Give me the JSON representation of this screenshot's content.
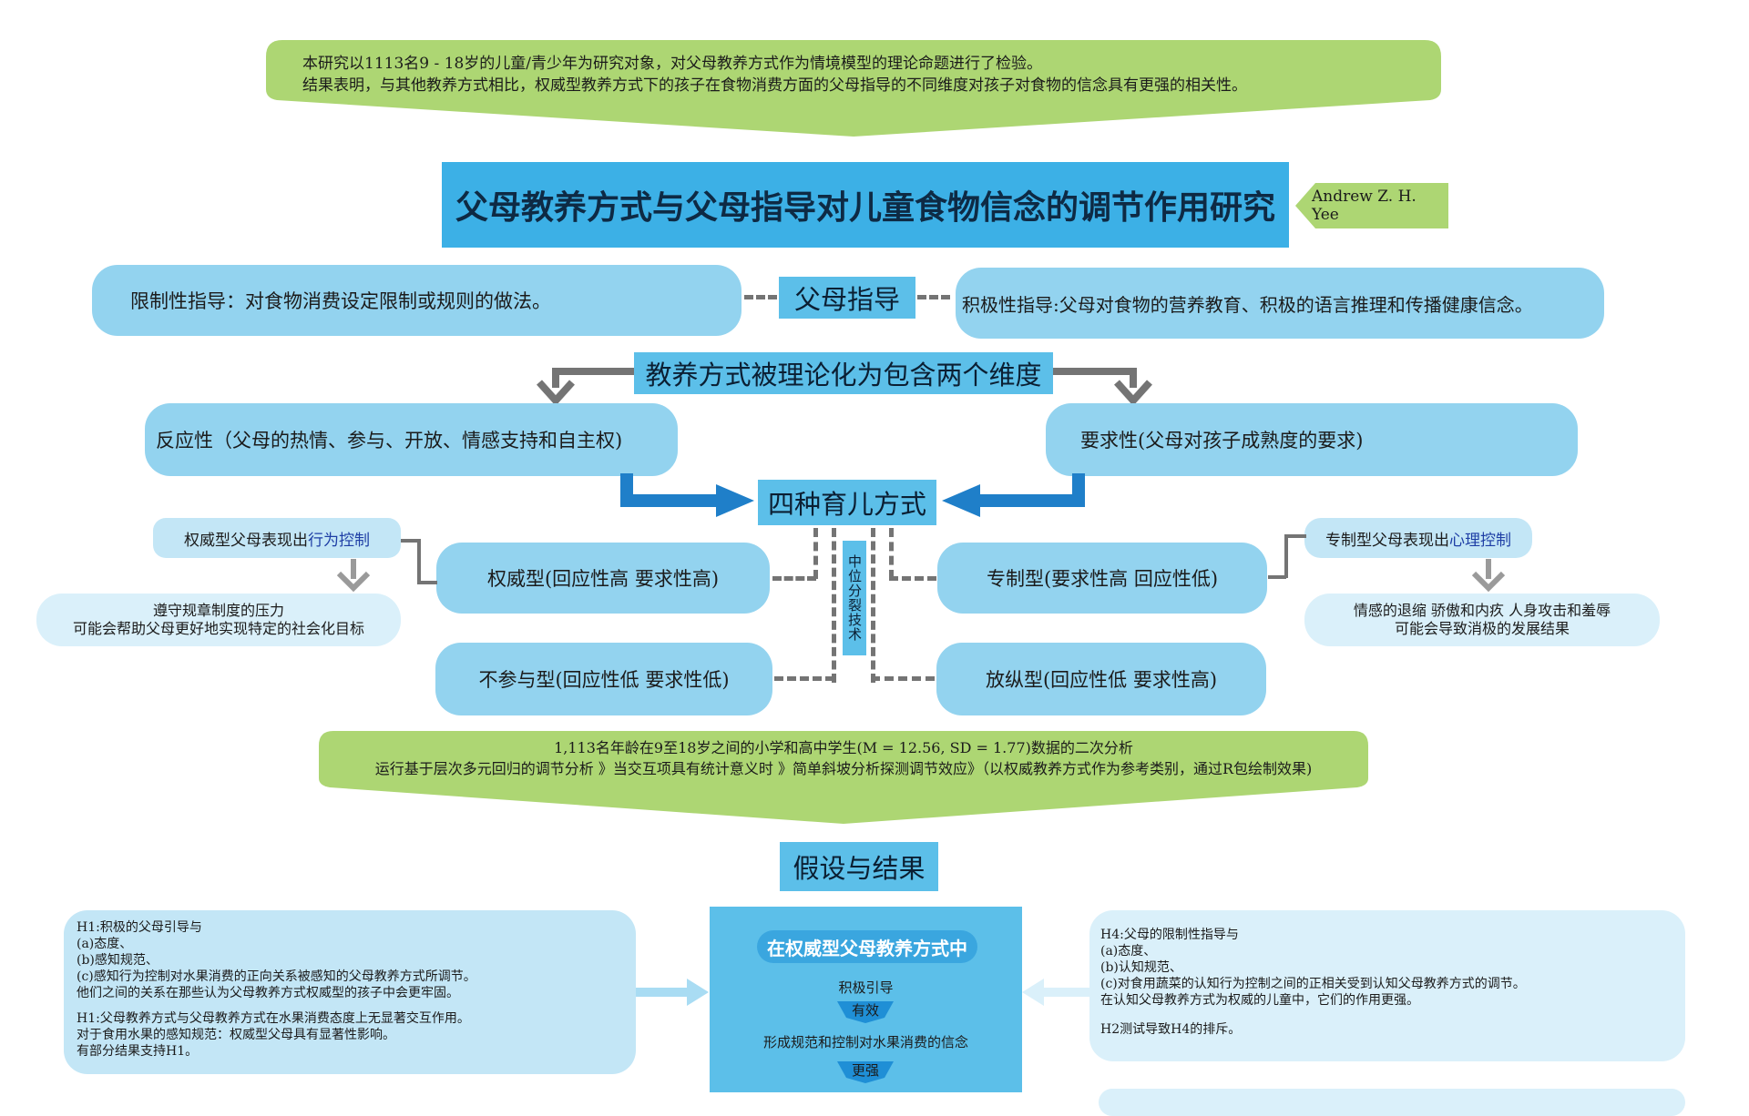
{
  "intro": {
    "line1": "本研究以1113名9 - 18岁的儿童/青少年为研究对象，对父母教养方式作为情境模型的理论命题进行了检验。",
    "line2": "结果表明，与其他教养方式相比，权威型教养方式下的孩子在食物消费方面的父母指导的不同维度对孩子对食物的信念具有更强的相关性。"
  },
  "title": "父母教养方式与父母指导对儿童食物信念的调节作用研究",
  "author": "Andrew Z. H. Yee",
  "guidance": {
    "label": "父母指导",
    "restrictive": "限制性指导：对食物消费设定限制或规则的做法。",
    "positive": "积极性指导:父母对食物的营养教育、积极的语言推理和传播健康信念。"
  },
  "dimensions": {
    "label": "教养方式被理论化为包含两个维度",
    "responsiveness": "反应性（父母的热情、参与、开放、情感支持和自主权)",
    "demandingness": "要求性(父母对孩子成熟度的要求)"
  },
  "styles": {
    "label": "四种育儿方式",
    "median_split": "中位分裂技术",
    "authoritative": "权威型(回应性高 要求性高)",
    "authoritarian": "专制型(要求性高 回应性低)",
    "uninvolved": "不参与型(回应性低 要求性低)",
    "permissive": "放纵型(回应性低 要求性高)"
  },
  "notes": {
    "left_head_prefix": "权威型父母表现出",
    "left_head_highlight": "行为控制",
    "left_body_line1": "遵守规章制度的压力",
    "left_body_line2": "可能会帮助父母更好地实现特定的社会化目标",
    "right_head_prefix": "专制型父母表现出",
    "right_head_highlight": "心理控制",
    "right_body_line1": "情感的退缩 骄傲和内疚 人身攻击和羞辱",
    "right_body_line2": "可能会导致消极的发展结果"
  },
  "method": {
    "line1": "1,113名年龄在9至18岁之间的小学和高中学生(M = 12.56, SD = 1.77)数据的二次分析",
    "line2": "运行基于层次多元回归的调节分析 》当交互项具有统计意义时 》简单斜坡分析探测调节效应》（以权威教养方式作为参考类别，通过R包绘制效果)"
  },
  "results": {
    "label": "假设与结果",
    "center_title": "在权威型父母教养方式中",
    "center_item1": "积极引导",
    "center_tag1": "有效",
    "center_item2": "形成规范和控制对水果消费的信念",
    "center_tag2": "更强",
    "h1": [
      "H1:积极的父母引导与",
      "(a)态度、",
      "(b)感知规范、",
      "(c)感知行为控制对水果消费的正向关系被感知的父母教养方式所调节。",
      "他们之间的关系在那些认为父母教养方式权威型的孩子中会更牢固。"
    ],
    "h1_result": [
      "H1:父母教养方式与父母教养方式在水果消费态度上无显著交互作用。",
      "对于食用水果的感知规范：权威型父母具有显著性影响。",
      "有部分结果支持H1。"
    ],
    "h4": [
      "H4:父母的限制性指导与",
      "(a)态度、",
      "(b)认知规范、",
      "(c)对食用蔬菜的认知行为控制之间的正相关受到认知父母教养方式的调节。",
      "在认知父母教养方式为权威的儿童中，它们的作用更强。"
    ],
    "h4_result": "H2测试导致H4的排斥。"
  },
  "colors": {
    "title_bg": "#3cb0e6",
    "box_light": "#93d3ef",
    "box_pale": "#c3e6f6",
    "green": "#add673",
    "arrow_blue": "#1f7fc9",
    "connector_gray": "#747474",
    "highlight": "#1e3ea5"
  }
}
